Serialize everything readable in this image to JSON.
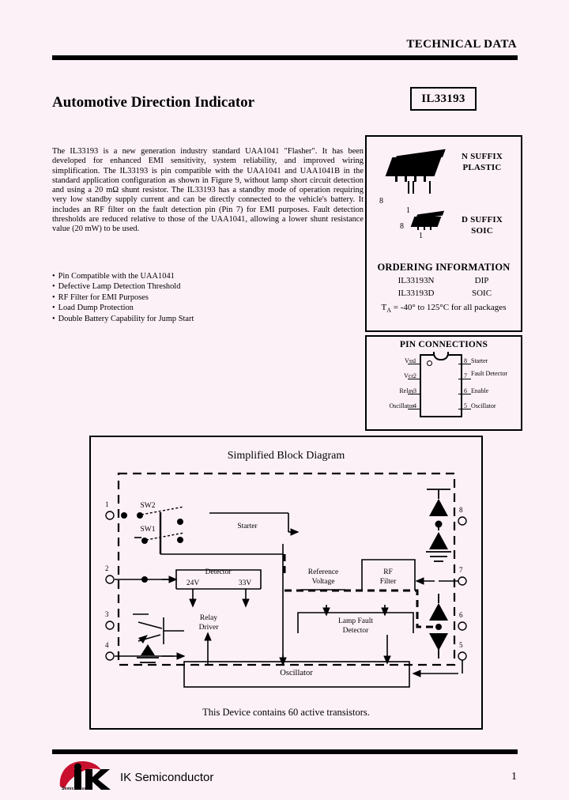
{
  "header": {
    "technical_data": "TECHNICAL DATA"
  },
  "title": {
    "doc_title": "Automotive Direction Indicator",
    "part_number": "IL33193"
  },
  "description": {
    "paragraph": "The IL33193 is a new generation industry standard UAA1041 \"Flasher\". It has been developed for enhanced EMI sensitivity, system reliability, and improved wiring simplification. The IL33193 is pin compatible with the UAA1041 and UAA1041B in the standard application configuration as shown in Figure 9, without lamp short circuit detection and using a 20 mΩ shunt resistor. The IL33193 has a standby mode of operation requiring very low standby supply current and can be directly connected to the vehicle's battery. It includes an RF filter on the fault detection pin (Pin 7) for EMI purposes. Fault detection thresholds are reduced relative to those of the UAA1041, allowing a lower shunt resistance value (20 mW) to be used."
  },
  "features": [
    "Pin Compatible with the UAA1041",
    "Defective Lamp Detection Threshold",
    "RF Filter for EMI Purposes",
    "Load Dump Protection",
    "Double Battery Capability for Jump Start"
  ],
  "packages": {
    "n_suffix": {
      "line1": "N SUFFIX",
      "line2": "PLASTIC",
      "pin_high": "8",
      "pin_low": "1"
    },
    "d_suffix": {
      "line1": "D SUFFIX",
      "line2": "SOIC",
      "pin_high": "8",
      "pin_low": "1"
    },
    "ordering": {
      "title": "ORDERING INFORMATION",
      "rows": [
        {
          "part": "IL33193N",
          "package": "DIP"
        },
        {
          "part": "IL33193D",
          "package": "SOIC"
        }
      ],
      "temperature": "= -40° to 125°C for all packages",
      "temperature_symbol": "T",
      "temperature_subscript": "A"
    }
  },
  "pin_connections": {
    "title": "PIN CONNECTIONS",
    "left_pins": [
      {
        "num": "1",
        "label": "Vss"
      },
      {
        "num": "2",
        "label": "Vcc"
      },
      {
        "num": "3",
        "label": "Relay"
      },
      {
        "num": "4",
        "label": "Oscillator"
      }
    ],
    "right_pins": [
      {
        "num": "8",
        "label": "Starter"
      },
      {
        "num": "7",
        "label": "Fault Detector"
      },
      {
        "num": "6",
        "label": "Enable"
      },
      {
        "num": "5",
        "label": "Oscillator"
      }
    ]
  },
  "block_diagram": {
    "title": "Simplified Block Diagram",
    "note": "This Device contains 60 active transistors.",
    "blocks": [
      {
        "name": "starter",
        "label": "Starter"
      },
      {
        "name": "detector",
        "label": "Detector"
      },
      {
        "name": "detector-24v",
        "label": "24V"
      },
      {
        "name": "detector-33v",
        "label": "33V"
      },
      {
        "name": "relay-driver",
        "label": "Relay\nDriver"
      },
      {
        "name": "reference-voltage",
        "label": "Reference\nVoltage"
      },
      {
        "name": "rf-filter",
        "label": "RF\nFilter"
      },
      {
        "name": "lamp-fault-detector",
        "label": "Lamp Fault\nDetector"
      },
      {
        "name": "oscillator",
        "label": "Oscillator"
      }
    ],
    "switches": [
      "SW2",
      "SW1"
    ],
    "labels": {
      "starter": "Starter",
      "detector": "Detector",
      "detector_24v": "24V",
      "detector_33v": "33V",
      "relay_driver_l1": "Relay",
      "relay_driver_l2": "Driver",
      "reference_voltage_l1": "Reference",
      "reference_voltage_l2": "Voltage",
      "rf_filter_l1": "RF",
      "rf_filter_l2": "Filter",
      "lamp_fault_l1": "Lamp Fault",
      "lamp_fault_l2": "Detector",
      "oscillator": "Oscillator",
      "sw2": "SW2",
      "sw1": "SW1"
    },
    "pin_numbers_left": [
      "1",
      "2",
      "3",
      "4"
    ],
    "pin_numbers_right": [
      "8",
      "7",
      "6",
      "5"
    ]
  },
  "footer": {
    "company": "IK Semiconductor",
    "logo_text": "Semiconductor",
    "page_number": "1"
  },
  "colors": {
    "background": "#fdf1f8",
    "ink": "#000000",
    "logo_red": "#c8102e"
  }
}
